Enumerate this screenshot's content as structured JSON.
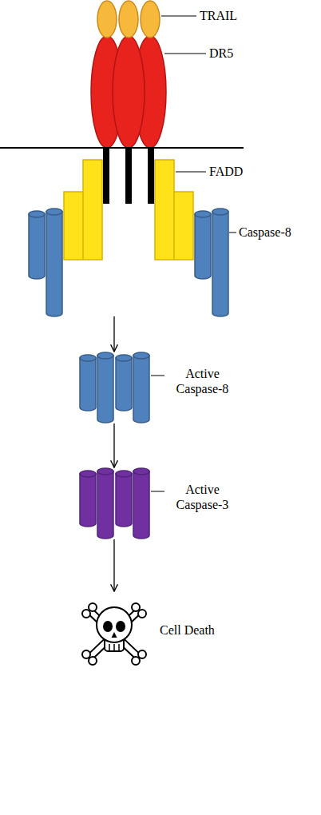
{
  "diagram": {
    "nodes": [
      {
        "text": [
          "TRAIL"
        ]
      },
      {
        "text": [
          "DR5"
        ]
      },
      {
        "text": [
          "FADD"
        ]
      },
      {
        "text": [
          "Caspase-8"
        ]
      },
      {
        "text": [
          "Active Caspase-8"
        ]
      },
      {
        "text": [
          "Active Caspase-3"
        ]
      },
      {
        "text": [
          "Cell Death"
        ]
      }
    ],
    "edges": [
      {
        "from": 3,
        "to": 4,
        "arrow": "to"
      },
      {
        "from": 4,
        "to": 5,
        "arrow": "to"
      },
      {
        "from": 5,
        "to": 6,
        "arrow": "to"
      }
    ]
  }
}
